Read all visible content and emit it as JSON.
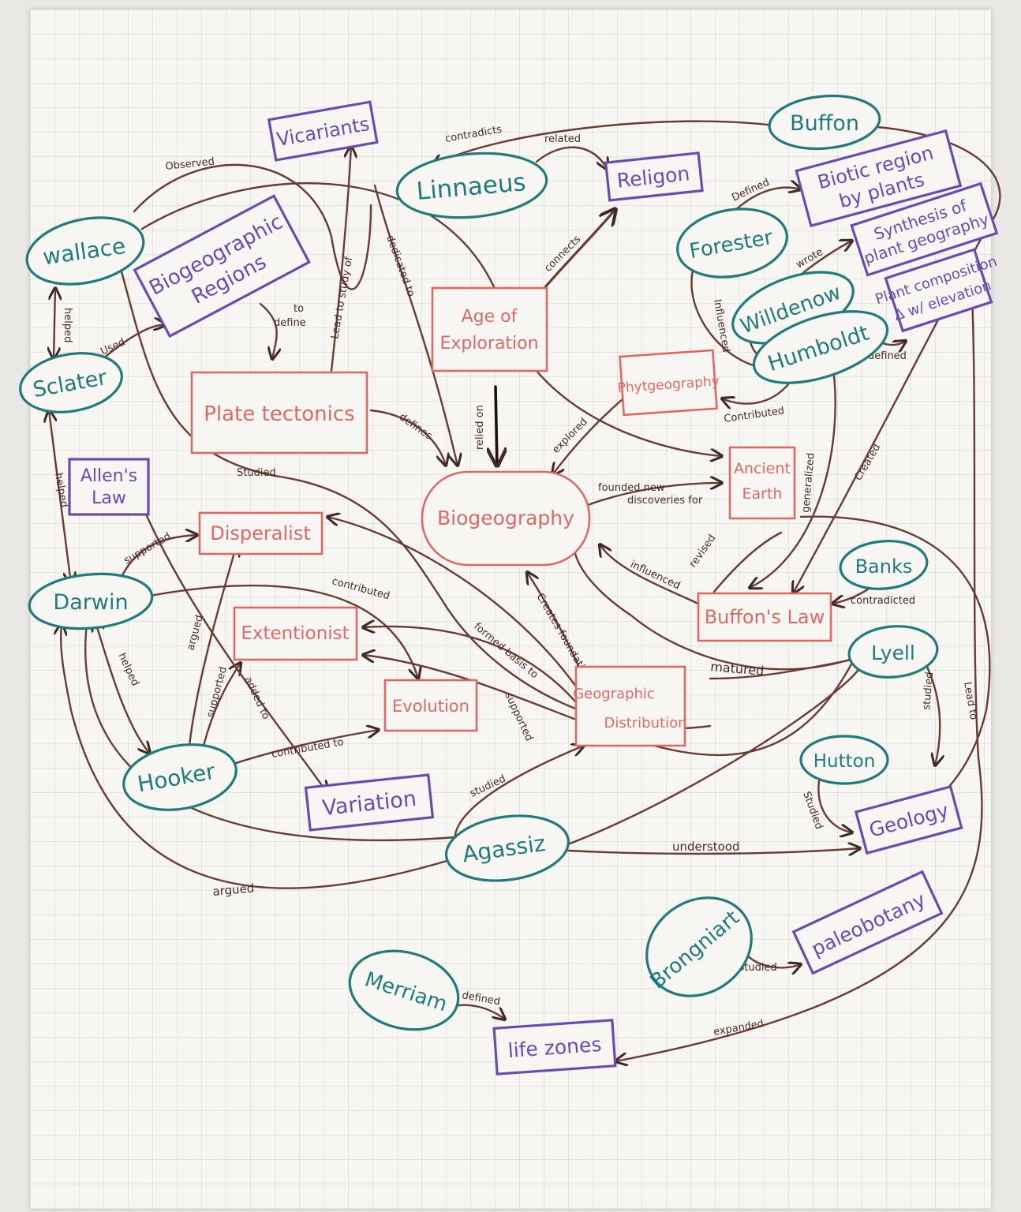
{
  "colors": {
    "person": "#1f7b7c",
    "topic": "#6a4bb0",
    "concept": "#dd6a62",
    "edge": "#6b3a30",
    "paper": "#f7f6f2",
    "grid": "#c6cbd4"
  },
  "nodes": {
    "wallace": "wallace",
    "sclater": "Sclater",
    "darwin": "Darwin",
    "hooker": "Hooker",
    "agassiz": "Agassiz",
    "merriam": "Merriam",
    "linnaeus": "Linnaeus",
    "buffon": "Buffon",
    "forester": "Forester",
    "willdenow": "Willdenow",
    "humboldt": "Humboldt",
    "banks": "Banks",
    "lyell": "Lyell",
    "hutton": "Hutton",
    "brongniart": "Brongniart",
    "vicariants": "Vicariants",
    "biogeographic_regions": [
      "Biogeographic",
      "Regions"
    ],
    "religon": "Religon",
    "biotic_region": [
      "Biotic region",
      "by plants"
    ],
    "synthesis": [
      "Synthesis of",
      "plant geography"
    ],
    "plant_composition": [
      "Plant composition",
      "Δ w/ elevation"
    ],
    "allens_law": [
      "Allen's",
      "Law"
    ],
    "variation": "Variation",
    "geology": "Geology",
    "paleobotany": "paleobotany",
    "life_zones": "life zones",
    "age_of_exploration": [
      "Age of",
      "Exploration"
    ],
    "plate_tectonics": "Plate tectonics",
    "phytogeography": "Phytgeography",
    "biogeography": "Biogeography",
    "ancient_earth": [
      "Ancient",
      "Earth"
    ],
    "disperalist": "Disperalist",
    "extentionist": "Extentionist",
    "evolution": "Evolution",
    "geographic_distribution": [
      "Geographic",
      "Distribution"
    ],
    "buffons_law": "Buffon's Law"
  },
  "edge_labels": {
    "observed": "Observed",
    "helped_wallace_sclater": "helped",
    "used": "Used",
    "to_define": [
      "to",
      "define"
    ],
    "lead_to_study_of": "Lead to study of",
    "dedicated_to": "dedicated to",
    "contradicts": "contradicts",
    "related": "related",
    "connects": "connects",
    "defined_forester": "Defined",
    "wrote": "wrote",
    "influenced_forester": "Influenced",
    "influenced_willdenow": "influenced",
    "defined_humboldt": "defined",
    "contributed_humboldt": "Contributed",
    "explored": "explored",
    "relied_on": "relied on",
    "defines": "defines",
    "founded_new": [
      "founded new",
      "discoveries for"
    ],
    "generalized": "generalized",
    "created": "Created",
    "studied_sclater": "Studied",
    "helped_sclater_darwin": "helped",
    "supported_darwin": "supported",
    "contributed_darwin": "contributed",
    "helped_darwin_hooker": "helped",
    "argued_hooker": "argued",
    "supported_hooker": "supported",
    "added_to": "added to",
    "contributed_to": "contributed to",
    "revised": "revised",
    "influenced_buffon": "influenced",
    "creates_foundation": "Creates foundation",
    "formed_basis_to": "formed basis to",
    "supported_geo": "supported",
    "contradicted": "contradicted",
    "matured": "matured",
    "studied_lyell": "studied",
    "lead_to": "Lead to",
    "studied_hutton": "Studied",
    "studied_agassiz": "studied",
    "understood": "understood",
    "argued_agassiz": "argued",
    "studied_brongniart": "Studied",
    "defined_merriam": "defined",
    "expanded": "expanded"
  }
}
